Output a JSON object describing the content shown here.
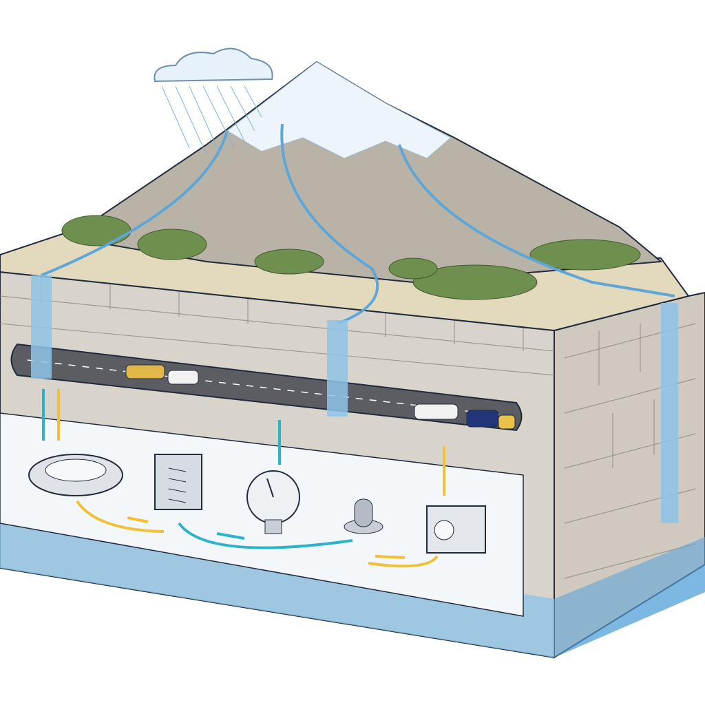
{
  "colors": {
    "background": "#ffffff",
    "rock": "#d9d4cb",
    "rock_lines": "#8f8a82",
    "ground_top": "#e3d9bd",
    "snow": "#eef5fa",
    "mountain": "#b8b3a6",
    "vegetation": "#6f8f4e",
    "water": "#8ec3e6",
    "water_deep": "#5fa6d8",
    "tunnel": "#5b5d62",
    "chamber": "#f4f7f9",
    "arrow_teal": "#2bb3c8",
    "arrow_yellow": "#f2c037",
    "outline": "#1f2a3c"
  },
  "devices": [
    "ring-valve",
    "spring-regulator",
    "pressure-gauge",
    "sensor-probe",
    "control-box"
  ],
  "vehicles": [
    "yellow-van",
    "white-car",
    "white-bus",
    "blue-van",
    "yellow-car"
  ],
  "arrows": {
    "teal": "#2bb3c8",
    "yellow": "#f2c037"
  }
}
